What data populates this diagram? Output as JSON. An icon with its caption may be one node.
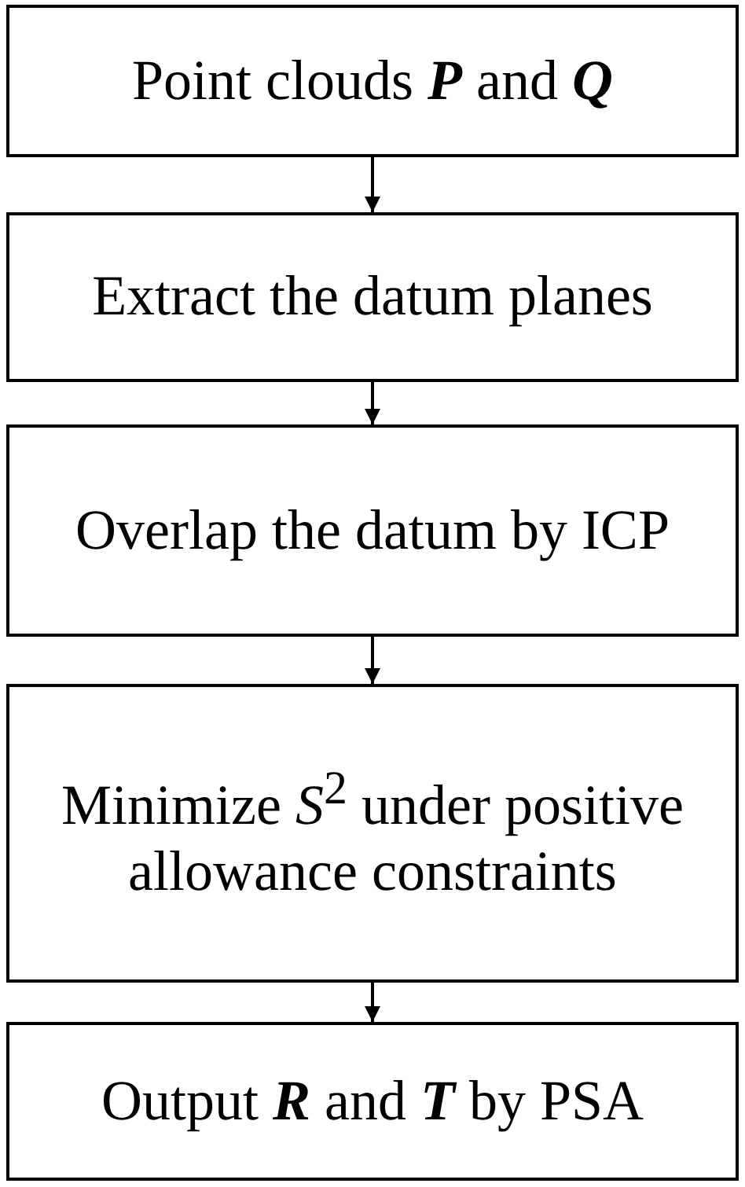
{
  "diagram": {
    "nodes": [
      {
        "text": [
          "Point clouds **P** and **Q**"
        ]
      },
      {
        "text": [
          "Extract the datum planes"
        ]
      },
      {
        "text": [
          "Overlap the datum by ICP"
        ]
      },
      {
        "text": [
          "Minimize *S*$^{2}$ under positive allowance constraints"
        ]
      },
      {
        "text": [
          "Output **R** and **T** by PSA"
        ]
      }
    ],
    "edges": [
      {
        "from": 0,
        "to": 1,
        "arrow": "to"
      },
      {
        "from": 1,
        "to": 2,
        "arrow": "to"
      },
      {
        "from": 2,
        "to": 3,
        "arrow": "to"
      },
      {
        "from": 3,
        "to": 4,
        "arrow": "to"
      }
    ]
  }
}
